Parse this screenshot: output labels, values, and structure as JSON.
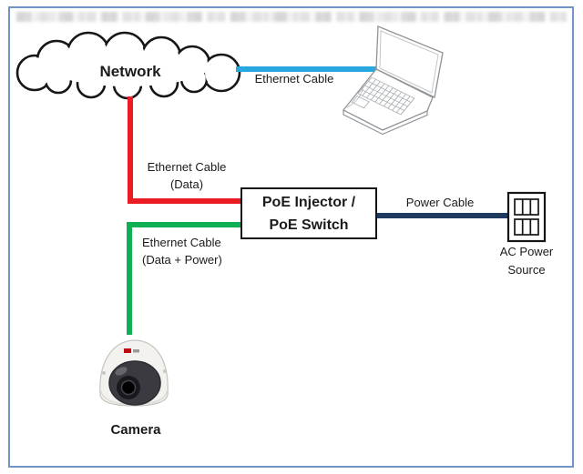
{
  "page": {
    "border_color": "#7394C6",
    "background_color": "#FFFFFF"
  },
  "nodes": {
    "network": {
      "label": "Network",
      "icon": "cloud-icon"
    },
    "laptop": {
      "icon": "laptop-icon"
    },
    "poe": {
      "line1": "PoE Injector /",
      "line2": "PoE Switch"
    },
    "ac_power": {
      "line1": "AC Power",
      "line2": "Source",
      "icon": "ac-outlet-icon"
    },
    "camera": {
      "label": "Camera",
      "icon": "dome-camera-icon"
    }
  },
  "cables": {
    "laptop_ethernet": {
      "label": "Ethernet Cable",
      "color": "#29A8E0"
    },
    "data_ethernet": {
      "line1": "Ethernet Cable",
      "line2": "(Data)",
      "color": "#EC1C24"
    },
    "data_power_ethernet": {
      "line1": "Ethernet Cable",
      "line2": "(Data + Power)",
      "color": "#0FAF54"
    },
    "power": {
      "label": "Power Cable",
      "color": "#1F3A5F"
    }
  }
}
